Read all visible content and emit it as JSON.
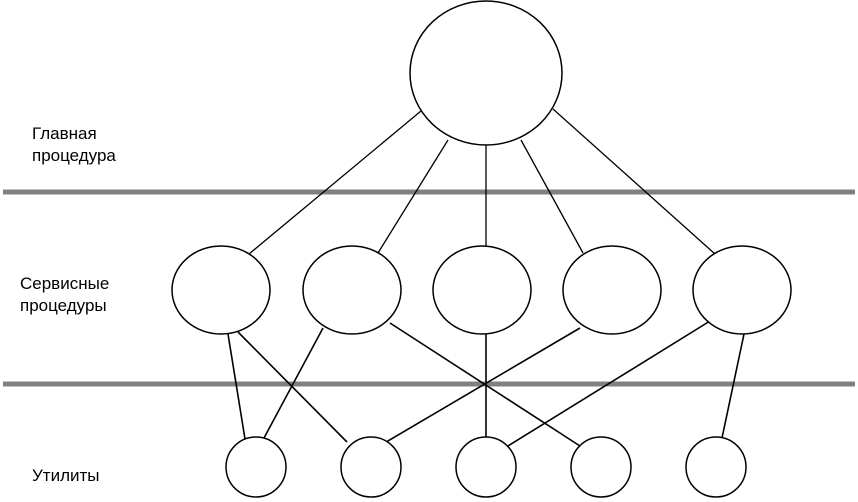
{
  "layers": {
    "main": {
      "label_line1": "Главная",
      "label_line2": "процедура"
    },
    "service": {
      "label_line1": "Сервисные",
      "label_line2": "процедуры"
    },
    "utility": {
      "label_line1": "Утилиты"
    }
  },
  "colors": {
    "separator": "#808080",
    "stroke": "#000000",
    "background": "#ffffff"
  },
  "nodes": {
    "main": [
      "main"
    ],
    "service": [
      "s1",
      "s2",
      "s3",
      "s4",
      "s5"
    ],
    "utility": [
      "u1",
      "u2",
      "u3",
      "u4",
      "u5"
    ]
  },
  "edges": [
    [
      "main",
      "s1"
    ],
    [
      "main",
      "s2"
    ],
    [
      "main",
      "s3"
    ],
    [
      "main",
      "s4"
    ],
    [
      "main",
      "s5"
    ],
    [
      "s1",
      "u1"
    ],
    [
      "s1",
      "u2"
    ],
    [
      "s2",
      "u1"
    ],
    [
      "s2",
      "u4"
    ],
    [
      "s3",
      "u3"
    ],
    [
      "s4",
      "u2"
    ],
    [
      "s5",
      "u3"
    ],
    [
      "s5",
      "u5"
    ]
  ]
}
